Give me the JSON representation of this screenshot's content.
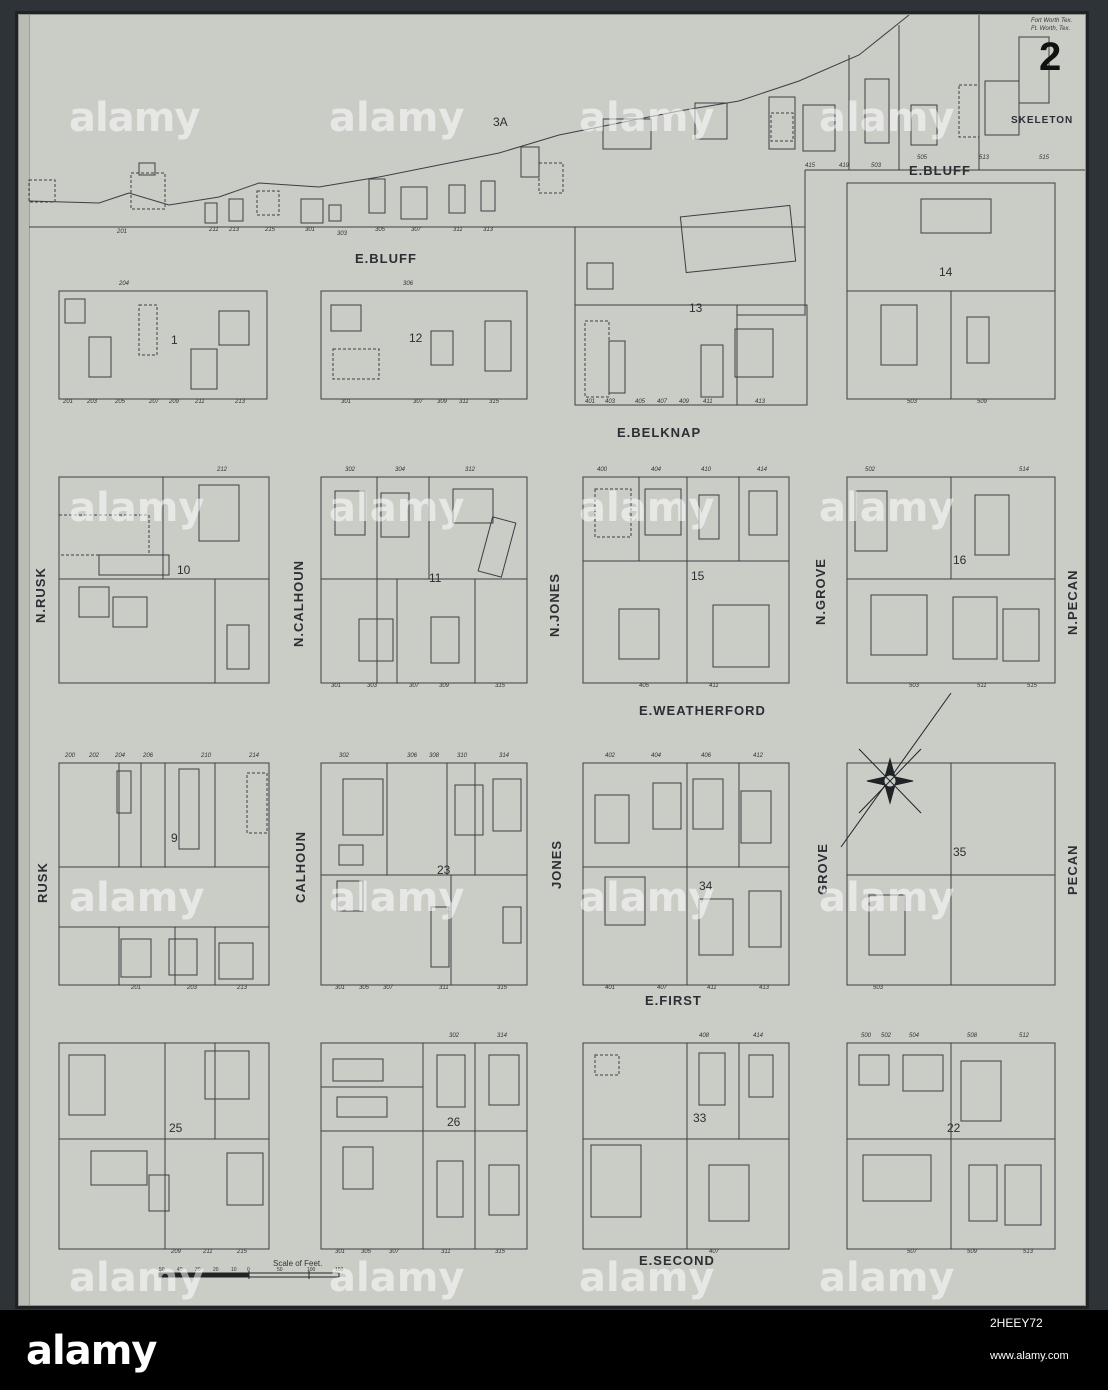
{
  "sheet": {
    "number": "2",
    "header_line1": "Fort Worth Tex.",
    "header_line2": "Ft. Worth, Tex.",
    "skeleton_label": "SKELETON"
  },
  "streets": {
    "e_bluff_top": "E.BLUFF",
    "e_bluff": "E.BLUFF",
    "e_belknap": "E.BELKNAP",
    "e_weatherford": "E.WEATHERFORD",
    "e_first": "E.FIRST",
    "e_second": "E.SECOND",
    "n_rusk": "N.RUSK",
    "n_calhoun": "N.CALHOUN",
    "n_jones": "N.JONES",
    "n_grove": "N.GROVE",
    "n_pecan": "N.PECAN",
    "rusk": "RUSK",
    "calhoun": "CALHOUN",
    "jones": "JONES",
    "grove": "GROVE",
    "pecan": "PECAN"
  },
  "blocks": {
    "b3a": "3A",
    "b1": "1",
    "b12": "12",
    "b13": "13",
    "b14": "14",
    "b10": "10",
    "b11": "11",
    "b15": "15",
    "b16": "16",
    "b9": "9",
    "b23": "23",
    "b34": "34",
    "b35": "35",
    "b25": "25",
    "b26": "26",
    "b33": "33",
    "b22": "22"
  },
  "house_numbers": {
    "row_bluff": [
      "201",
      "211",
      "213",
      "215",
      "301",
      "303",
      "305",
      "307",
      "311",
      "313"
    ],
    "bluff_east": [
      "415",
      "419",
      "503",
      "505",
      "513",
      "515"
    ],
    "block1_top": "204",
    "block1_bottom": [
      "201",
      "203",
      "205",
      "207",
      "209",
      "211",
      "213"
    ],
    "block12_top": "306",
    "block12_bottom": [
      "301",
      "307",
      "309",
      "311",
      "315"
    ],
    "block13_bottom": [
      "401",
      "403",
      "405",
      "407",
      "409",
      "411",
      "413"
    ],
    "block14_bottom": [
      "503",
      "509"
    ],
    "block10_top": "212",
    "block11_top": [
      "302",
      "304",
      "312"
    ],
    "block11_bottom": [
      "301",
      "303",
      "307",
      "309",
      "315"
    ],
    "block15_top": [
      "400",
      "404",
      "410",
      "414"
    ],
    "block15_bottom": [
      "405",
      "411"
    ],
    "block16_top": [
      "502",
      "514"
    ],
    "block16_bottom": [
      "503",
      "511",
      "515"
    ],
    "block9_top": [
      "200",
      "202",
      "204",
      "206",
      "210",
      "214"
    ],
    "block9_bottom": [
      "201",
      "203",
      "213"
    ],
    "block23_top": [
      "302",
      "306",
      "308",
      "310",
      "314"
    ],
    "block23_bottom": [
      "301",
      "305",
      "307",
      "311",
      "315"
    ],
    "block34_top": [
      "402",
      "404",
      "406",
      "412"
    ],
    "block34_bottom": [
      "401",
      "407",
      "411",
      "413"
    ],
    "block35_bottom": "503",
    "block25_bottom": [
      "209",
      "211",
      "215"
    ],
    "block26_top": [
      "302",
      "314"
    ],
    "block26_bottom": [
      "301",
      "305",
      "307",
      "311",
      "315"
    ],
    "block33_top": [
      "408",
      "414"
    ],
    "block33_bottom": "407",
    "block22_top": [
      "500",
      "502",
      "504",
      "508",
      "512"
    ],
    "block22_bottom": [
      "507",
      "509",
      "513"
    ]
  },
  "scale": {
    "title": "Scale of Feet.",
    "ticks": [
      "50",
      "40",
      "30",
      "20",
      "10",
      "0",
      "50",
      "100",
      "150"
    ]
  },
  "watermarks": [
    "alamy",
    "alamy",
    "alamy",
    "alamy",
    "alamy",
    "alamy",
    "alamy",
    "alamy",
    "alamy",
    "alamy",
    "alamy",
    "alamy",
    "alamy",
    "alamy",
    "alamy",
    "alamy"
  ],
  "footer": {
    "logo": "alamy",
    "image_code": "2HEEY72",
    "site": "www.alamy.com"
  },
  "colors": {
    "paper": "#c9cdc6",
    "ink": "#2b2f33",
    "background": "#2e3338",
    "footer": "#000000"
  }
}
